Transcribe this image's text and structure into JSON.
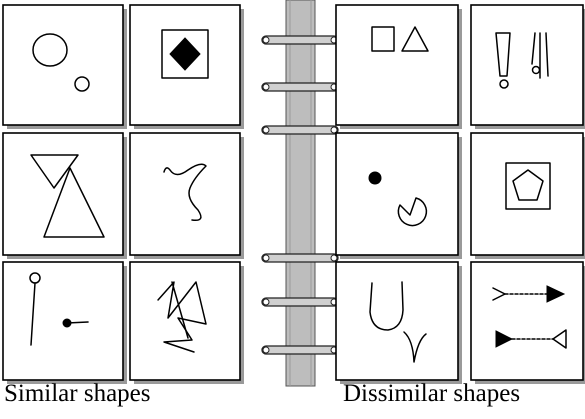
{
  "captions": {
    "left": "Similar shapes",
    "right": "Dissimilar shapes"
  },
  "groups": {
    "similar": {
      "panels": [
        {
          "id": "circles-large-small"
        },
        {
          "id": "filled-diamond-in-square"
        },
        {
          "id": "two-triangles"
        },
        {
          "id": "curvy-stroke"
        },
        {
          "id": "line-with-circle-and-dot"
        },
        {
          "id": "zigzag-scribble"
        }
      ]
    },
    "dissimilar": {
      "panels": [
        {
          "id": "square-and-triangle"
        },
        {
          "id": "exclamation-marks"
        },
        {
          "id": "dot-and-circle-with-wedge"
        },
        {
          "id": "pentagon-in-square"
        },
        {
          "id": "u-and-v-curves"
        },
        {
          "id": "arrows-left-right"
        }
      ]
    }
  },
  "colors": {
    "ink": "#000000",
    "spine": "#b8b8b8",
    "ring": "#c8c8c8"
  }
}
